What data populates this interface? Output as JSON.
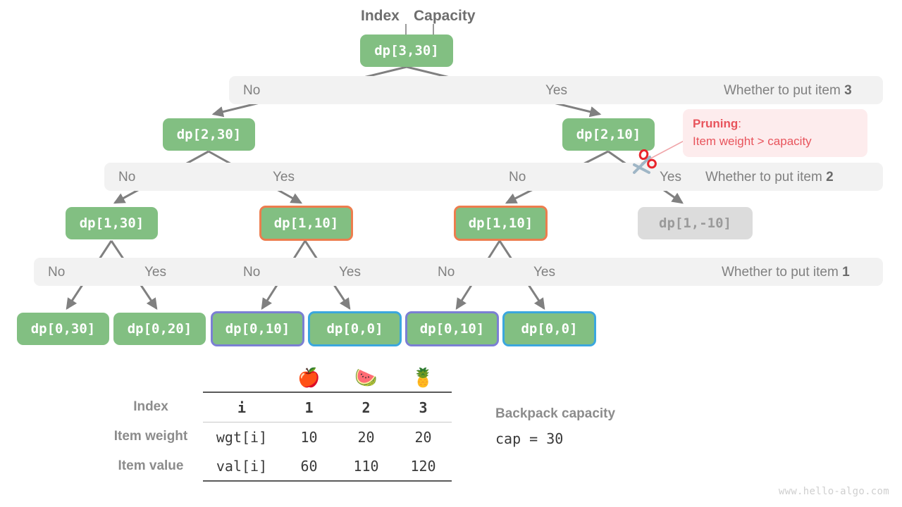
{
  "header": {
    "index_label": "Index",
    "capacity_label": "Capacity"
  },
  "tree": {
    "root": {
      "label": "dp[3,30]"
    },
    "level2": [
      {
        "label": "dp[2,30]"
      },
      {
        "label": "dp[2,10]"
      }
    ],
    "level3": [
      {
        "label": "dp[1,30]"
      },
      {
        "label": "dp[1,10]"
      },
      {
        "label": "dp[1,10]"
      },
      {
        "label": "dp[1,-10]"
      }
    ],
    "level4": [
      {
        "label": "dp[0,30]"
      },
      {
        "label": "dp[0,20]"
      },
      {
        "label": "dp[0,10]"
      },
      {
        "label": "dp[0,0]"
      },
      {
        "label": "dp[0,10]"
      },
      {
        "label": "dp[0,0]"
      }
    ]
  },
  "bands": [
    {
      "question_prefix": "Whether to put item ",
      "question_item": "3",
      "branches": [
        "No",
        "Yes"
      ]
    },
    {
      "question_prefix": "Whether to put item ",
      "question_item": "2",
      "branches": [
        "No",
        "Yes",
        "No",
        "Yes"
      ]
    },
    {
      "question_prefix": "Whether to put item ",
      "question_item": "1",
      "branches": [
        "No",
        "Yes",
        "No",
        "Yes",
        "No",
        "Yes"
      ]
    }
  ],
  "pruning": {
    "title": "Pruning",
    "colon": ":",
    "reason": "Item weight > capacity",
    "color": "#e8545c",
    "background": "#fdeced",
    "icon": "scissors-icon"
  },
  "table": {
    "item_icons": [
      "🍎",
      "🍉",
      "🍍"
    ],
    "rows": [
      {
        "label": "Index",
        "key": "i",
        "values": [
          "1",
          "2",
          "3"
        ]
      },
      {
        "label": "Item weight",
        "key": "wgt[i]",
        "values": [
          "10",
          "20",
          "20"
        ]
      },
      {
        "label": "Item value",
        "key": "val[i]",
        "values": [
          "60",
          "110",
          "120"
        ]
      }
    ]
  },
  "capacity": {
    "title": "Backpack capacity",
    "value": "cap = 30"
  },
  "watermark": "www.hello-algo.com",
  "colors": {
    "node_green": "#82bf82",
    "node_muted": "#dcdcdc",
    "outline_orange": "#ed7d4e",
    "outline_purple": "#7b7fd4",
    "outline_blue": "#3ba7de",
    "band_gray": "#f2f2f2",
    "arrow_gray": "#808080",
    "text_gray": "#808080"
  }
}
